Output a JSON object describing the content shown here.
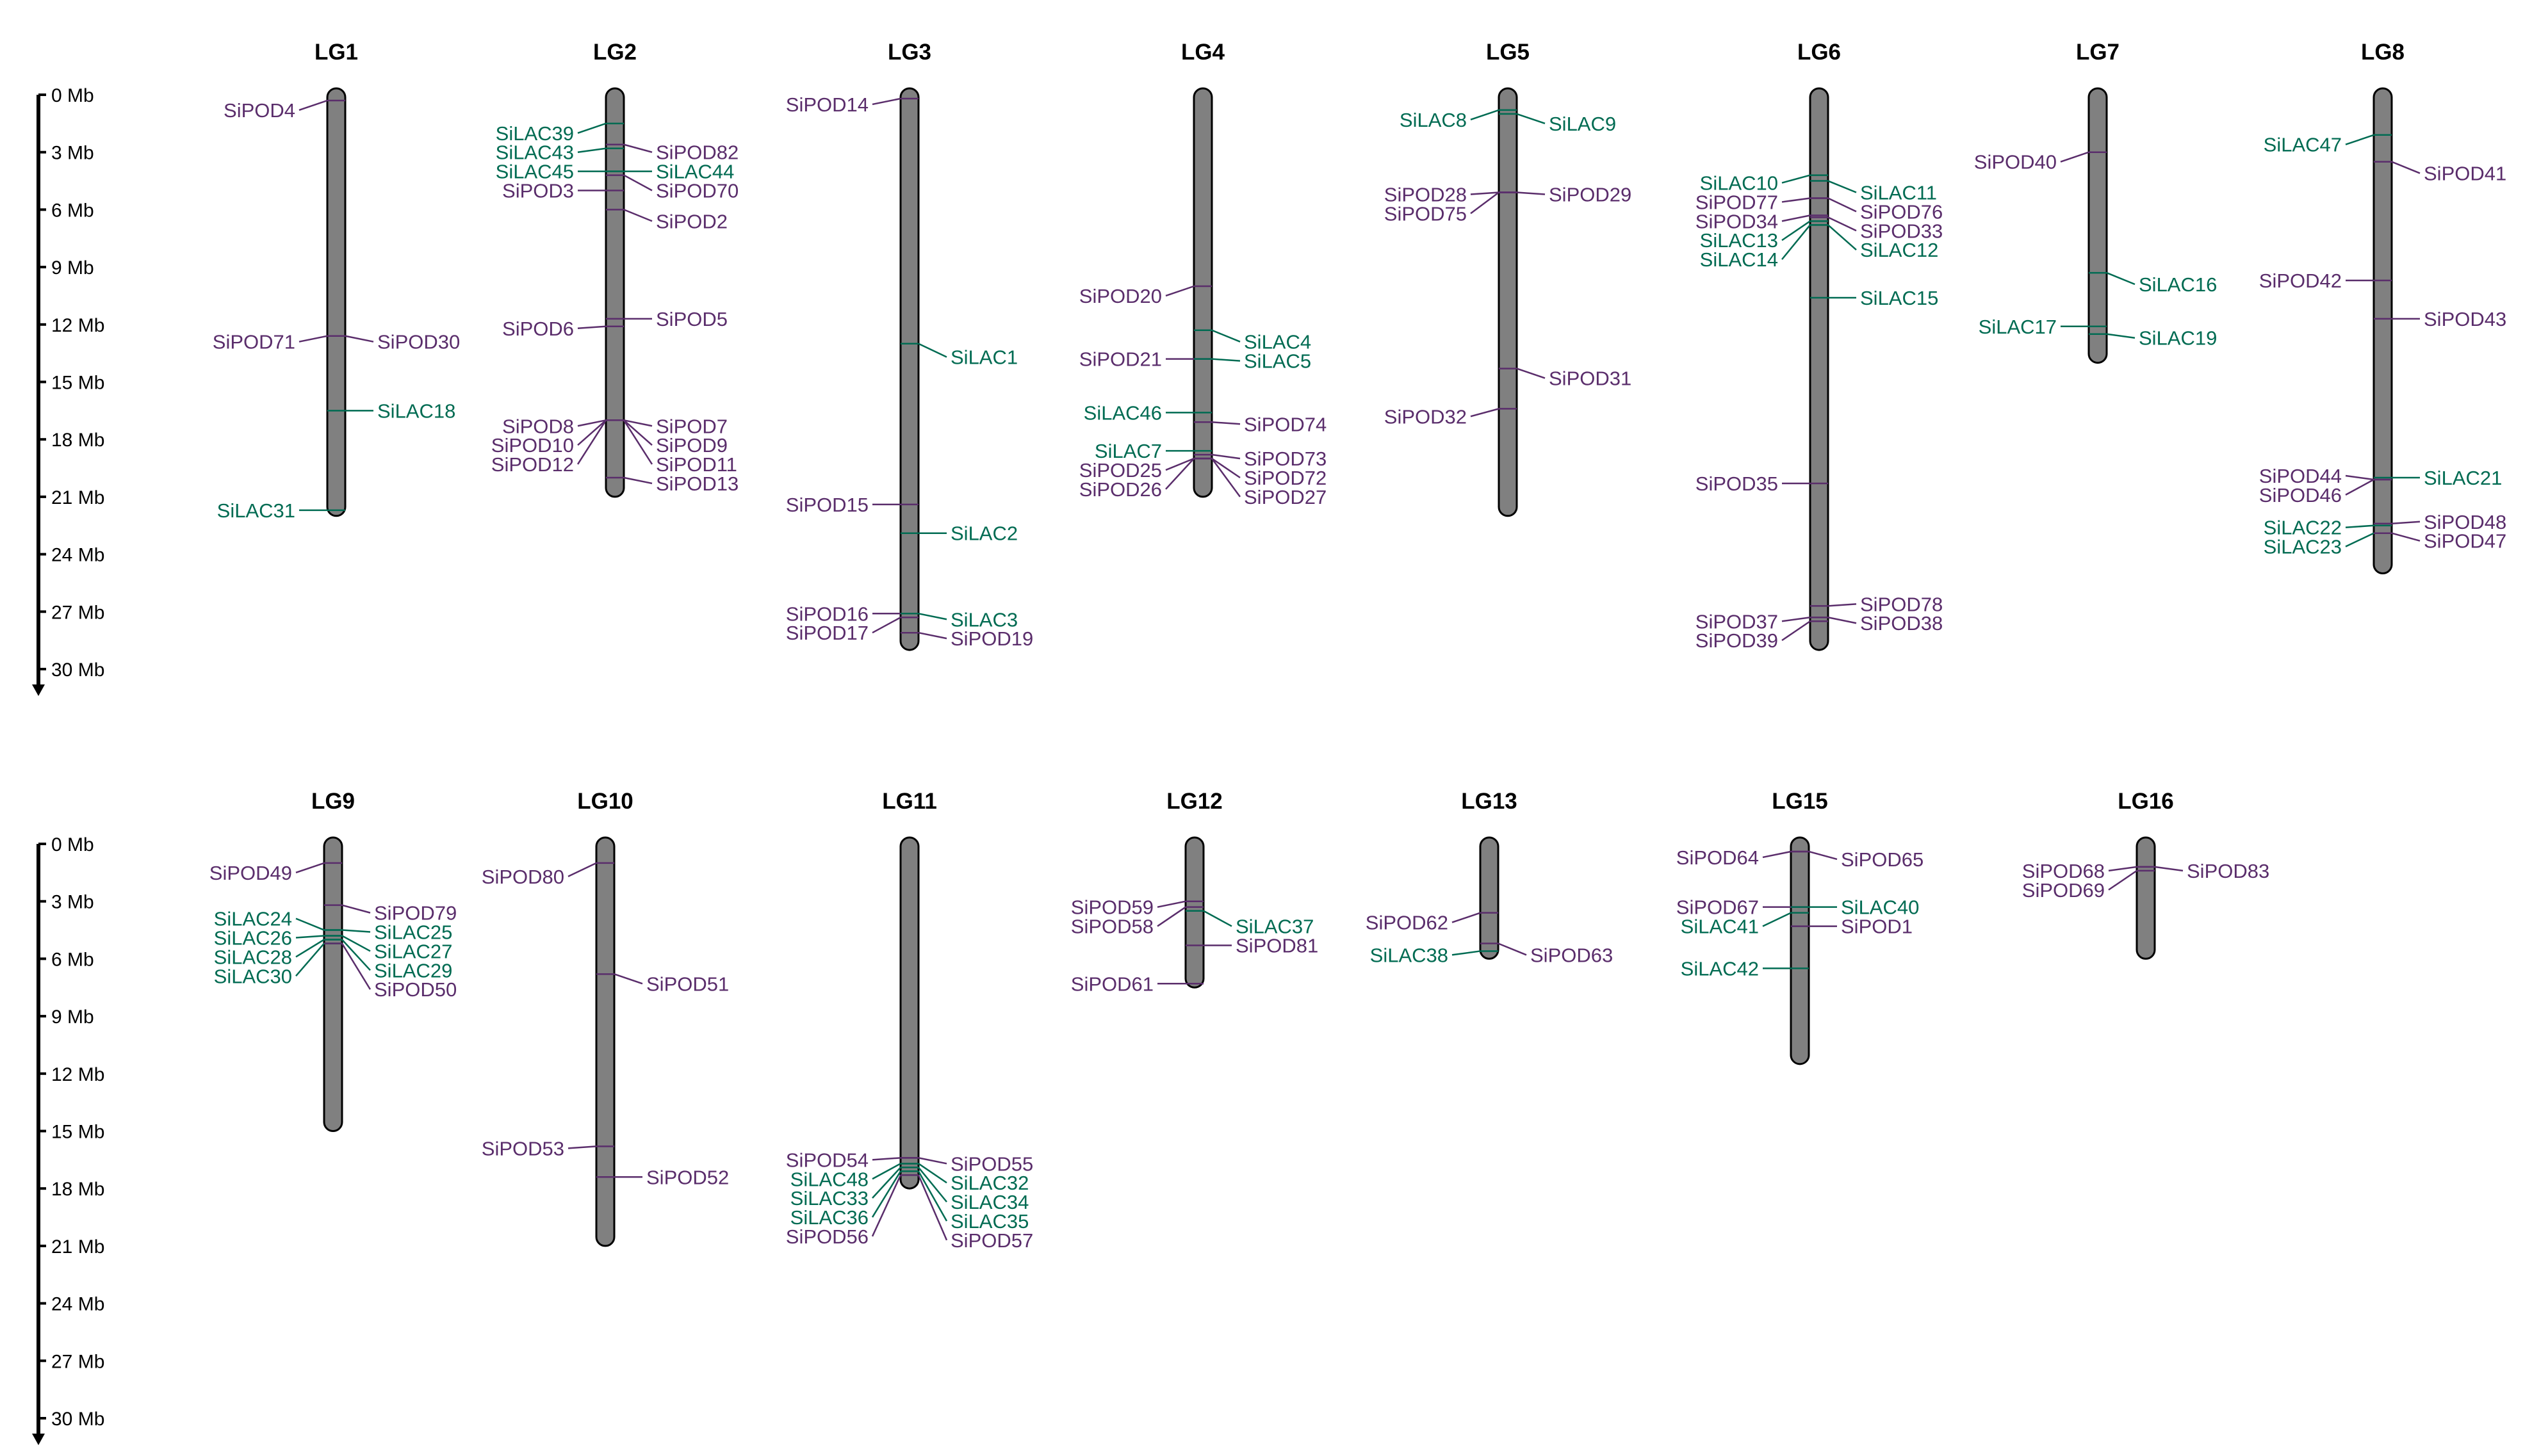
{
  "colors": {
    "POD": "#5a2d6b",
    "LAC": "#006b52",
    "chromosome": "#808080"
  },
  "axis": {
    "ticks": [
      "0 Mb",
      "3 Mb",
      "6 Mb",
      "9 Mb",
      "12 Mb",
      "15 Mb",
      "18 Mb",
      "21 Mb",
      "24 Mb",
      "27 Mb",
      "30 Mb"
    ]
  },
  "chromosomes": [
    {
      "id": "LG1",
      "length": 22,
      "genes": [
        {
          "name": "SiPOD4",
          "mb": 0.3,
          "side": "L",
          "label_mb": 0.8
        },
        {
          "name": "SiPOD71",
          "mb": 12.6,
          "side": "L",
          "label_mb": 12.9
        },
        {
          "name": "SiPOD30",
          "mb": 12.6,
          "side": "R",
          "label_mb": 12.9
        },
        {
          "name": "SiLAC18",
          "mb": 16.5,
          "side": "R",
          "label_mb": 16.5
        },
        {
          "name": "SiLAC31",
          "mb": 21.7,
          "side": "L",
          "label_mb": 21.7
        }
      ]
    },
    {
      "id": "LG2",
      "length": 21,
      "genes": [
        {
          "name": "SiLAC39",
          "mb": 1.5,
          "side": "L",
          "label_mb": 2.0
        },
        {
          "name": "SiLAC43",
          "mb": 2.8,
          "side": "L",
          "label_mb": 3.0
        },
        {
          "name": "SiLAC45",
          "mb": 4.0,
          "side": "L",
          "label_mb": 4.0
        },
        {
          "name": "SiPOD3",
          "mb": 5.0,
          "side": "L",
          "label_mb": 5.0
        },
        {
          "name": "SiPOD82",
          "mb": 2.6,
          "side": "R",
          "label_mb": 3.0
        },
        {
          "name": "SiLAC44",
          "mb": 4.0,
          "side": "R",
          "label_mb": 4.0
        },
        {
          "name": "SiPOD70",
          "mb": 4.2,
          "side": "R",
          "label_mb": 5.0
        },
        {
          "name": "SiPOD2",
          "mb": 6.0,
          "side": "R",
          "label_mb": 6.6
        },
        {
          "name": "SiPOD6",
          "mb": 12.1,
          "side": "L",
          "label_mb": 12.2
        },
        {
          "name": "SiPOD5",
          "mb": 11.7,
          "side": "R",
          "label_mb": 11.7
        },
        {
          "name": "SiPOD8",
          "mb": 17.0,
          "side": "L",
          "label_mb": 17.3
        },
        {
          "name": "SiPOD10",
          "mb": 17.0,
          "side": "L",
          "label_mb": 18.3
        },
        {
          "name": "SiPOD12",
          "mb": 17.0,
          "side": "L",
          "label_mb": 19.3
        },
        {
          "name": "SiPOD7",
          "mb": 17.0,
          "side": "R",
          "label_mb": 17.3
        },
        {
          "name": "SiPOD9",
          "mb": 17.0,
          "side": "R",
          "label_mb": 18.3
        },
        {
          "name": "SiPOD11",
          "mb": 17.0,
          "side": "R",
          "label_mb": 19.3
        },
        {
          "name": "SiPOD13",
          "mb": 20.0,
          "side": "R",
          "label_mb": 20.3
        }
      ]
    },
    {
      "id": "LG3",
      "length": 29,
      "genes": [
        {
          "name": "SiPOD14",
          "mb": 0.2,
          "side": "L",
          "label_mb": 0.5
        },
        {
          "name": "SiLAC1",
          "mb": 13.0,
          "side": "R",
          "label_mb": 13.7
        },
        {
          "name": "SiPOD15",
          "mb": 21.4,
          "side": "L",
          "label_mb": 21.4
        },
        {
          "name": "SiLAC2",
          "mb": 22.9,
          "side": "R",
          "label_mb": 22.9
        },
        {
          "name": "SiPOD16",
          "mb": 27.1,
          "side": "L",
          "label_mb": 27.1
        },
        {
          "name": "SiPOD17",
          "mb": 27.3,
          "side": "L",
          "label_mb": 28.1
        },
        {
          "name": "SiLAC3",
          "mb": 27.1,
          "side": "R",
          "label_mb": 27.4
        },
        {
          "name": "SiPOD19",
          "mb": 28.1,
          "side": "R",
          "label_mb": 28.4
        }
      ]
    },
    {
      "id": "LG4",
      "length": 21,
      "genes": [
        {
          "name": "SiPOD20",
          "mb": 10.0,
          "side": "L",
          "label_mb": 10.5
        },
        {
          "name": "SiLAC4",
          "mb": 12.3,
          "side": "R",
          "label_mb": 12.9
        },
        {
          "name": "SiPOD21",
          "mb": 13.8,
          "side": "L",
          "label_mb": 13.8
        },
        {
          "name": "SiLAC5",
          "mb": 13.8,
          "side": "R",
          "label_mb": 13.9
        },
        {
          "name": "SiLAC46",
          "mb": 16.6,
          "side": "L",
          "label_mb": 16.6
        },
        {
          "name": "SiPOD74",
          "mb": 17.1,
          "side": "R",
          "label_mb": 17.2
        },
        {
          "name": "SiLAC7",
          "mb": 18.6,
          "side": "L",
          "label_mb": 18.6
        },
        {
          "name": "SiPOD25",
          "mb": 19.0,
          "side": "L",
          "label_mb": 19.6
        },
        {
          "name": "SiPOD26",
          "mb": 19.0,
          "side": "L",
          "label_mb": 20.6
        },
        {
          "name": "SiPOD73",
          "mb": 18.8,
          "side": "R",
          "label_mb": 19.0
        },
        {
          "name": "SiPOD72",
          "mb": 19.0,
          "side": "R",
          "label_mb": 20.0
        },
        {
          "name": "SiPOD27",
          "mb": 19.0,
          "side": "R",
          "label_mb": 21.0
        }
      ]
    },
    {
      "id": "LG5",
      "length": 22,
      "genes": [
        {
          "name": "SiLAC8",
          "mb": 0.8,
          "side": "L",
          "label_mb": 1.3
        },
        {
          "name": "SiLAC9",
          "mb": 1.0,
          "side": "R",
          "label_mb": 1.5
        },
        {
          "name": "SiPOD28",
          "mb": 5.1,
          "side": "L",
          "label_mb": 5.2
        },
        {
          "name": "SiPOD75",
          "mb": 5.1,
          "side": "L",
          "label_mb": 6.2
        },
        {
          "name": "SiPOD29",
          "mb": 5.1,
          "side": "R",
          "label_mb": 5.2
        },
        {
          "name": "SiPOD31",
          "mb": 14.3,
          "side": "R",
          "label_mb": 14.8
        },
        {
          "name": "SiPOD32",
          "mb": 16.4,
          "side": "L",
          "label_mb": 16.8
        }
      ]
    },
    {
      "id": "LG6",
      "length": 29,
      "genes": [
        {
          "name": "SiLAC10",
          "mb": 4.2,
          "side": "L",
          "label_mb": 4.6
        },
        {
          "name": "SiPOD77",
          "mb": 5.4,
          "side": "L",
          "label_mb": 5.6
        },
        {
          "name": "SiPOD34",
          "mb": 6.3,
          "side": "L",
          "label_mb": 6.6
        },
        {
          "name": "SiLAC13",
          "mb": 6.6,
          "side": "L",
          "label_mb": 7.6
        },
        {
          "name": "SiLAC14",
          "mb": 6.8,
          "side": "L",
          "label_mb": 8.6
        },
        {
          "name": "SiLAC11",
          "mb": 4.5,
          "side": "R",
          "label_mb": 5.1
        },
        {
          "name": "SiPOD76",
          "mb": 5.4,
          "side": "R",
          "label_mb": 6.1
        },
        {
          "name": "SiPOD33",
          "mb": 6.4,
          "side": "R",
          "label_mb": 7.1
        },
        {
          "name": "SiLAC12",
          "mb": 6.8,
          "side": "R",
          "label_mb": 8.1
        },
        {
          "name": "SiLAC15",
          "mb": 10.6,
          "side": "R",
          "label_mb": 10.6
        },
        {
          "name": "SiPOD35",
          "mb": 20.3,
          "side": "L",
          "label_mb": 20.3
        },
        {
          "name": "SiPOD78",
          "mb": 26.7,
          "side": "R",
          "label_mb": 26.6
        },
        {
          "name": "SiPOD37",
          "mb": 27.3,
          "side": "L",
          "label_mb": 27.5
        },
        {
          "name": "SiPOD39",
          "mb": 27.5,
          "side": "L",
          "label_mb": 28.5
        },
        {
          "name": "SiPOD38",
          "mb": 27.3,
          "side": "R",
          "label_mb": 27.6
        }
      ]
    },
    {
      "id": "LG7",
      "length": 14,
      "genes": [
        {
          "name": "SiPOD40",
          "mb": 3.0,
          "side": "L",
          "label_mb": 3.5
        },
        {
          "name": "SiLAC16",
          "mb": 9.3,
          "side": "R",
          "label_mb": 9.9
        },
        {
          "name": "SiLAC17",
          "mb": 12.1,
          "side": "L",
          "label_mb": 12.1
        },
        {
          "name": "SiLAC19",
          "mb": 12.5,
          "side": "R",
          "label_mb": 12.7
        }
      ]
    },
    {
      "id": "LG8",
      "length": 25,
      "genes": [
        {
          "name": "SiLAC47",
          "mb": 2.1,
          "side": "L",
          "label_mb": 2.6
        },
        {
          "name": "SiPOD41",
          "mb": 3.5,
          "side": "R",
          "label_mb": 4.1
        },
        {
          "name": "SiPOD42",
          "mb": 9.7,
          "side": "L",
          "label_mb": 9.7
        },
        {
          "name": "SiPOD43",
          "mb": 11.7,
          "side": "R",
          "label_mb": 11.7
        },
        {
          "name": "SiPOD44",
          "mb": 20.1,
          "side": "L",
          "label_mb": 19.9
        },
        {
          "name": "SiPOD46",
          "mb": 20.1,
          "side": "L",
          "label_mb": 20.9
        },
        {
          "name": "SiLAC21",
          "mb": 20.0,
          "side": "R",
          "label_mb": 20.0
        },
        {
          "name": "SiLAC22",
          "mb": 22.5,
          "side": "L",
          "label_mb": 22.6
        },
        {
          "name": "SiLAC23",
          "mb": 22.9,
          "side": "L",
          "label_mb": 23.6
        },
        {
          "name": "SiPOD48",
          "mb": 22.4,
          "side": "R",
          "label_mb": 22.3
        },
        {
          "name": "SiPOD47",
          "mb": 22.9,
          "side": "R",
          "label_mb": 23.3
        }
      ]
    },
    {
      "id": "LG9",
      "length": 15,
      "genes": [
        {
          "name": "SiPOD49",
          "mb": 1.0,
          "side": "L",
          "label_mb": 1.5
        },
        {
          "name": "SiLAC24",
          "mb": 4.5,
          "side": "L",
          "label_mb": 3.9
        },
        {
          "name": "SiLAC26",
          "mb": 4.8,
          "side": "L",
          "label_mb": 4.9
        },
        {
          "name": "SiLAC28",
          "mb": 5.0,
          "side": "L",
          "label_mb": 5.9
        },
        {
          "name": "SiLAC30",
          "mb": 5.2,
          "side": "L",
          "label_mb": 6.9
        },
        {
          "name": "SiPOD79",
          "mb": 3.2,
          "side": "R",
          "label_mb": 3.6
        },
        {
          "name": "SiLAC25",
          "mb": 4.5,
          "side": "R",
          "label_mb": 4.6
        },
        {
          "name": "SiLAC27",
          "mb": 4.8,
          "side": "R",
          "label_mb": 5.6
        },
        {
          "name": "SiLAC29",
          "mb": 5.0,
          "side": "R",
          "label_mb": 6.6
        },
        {
          "name": "SiPOD50",
          "mb": 5.2,
          "side": "R",
          "label_mb": 7.6
        }
      ]
    },
    {
      "id": "LG10",
      "length": 21,
      "genes": [
        {
          "name": "SiPOD80",
          "mb": 1.0,
          "side": "L",
          "label_mb": 1.7
        },
        {
          "name": "SiPOD51",
          "mb": 6.8,
          "side": "R",
          "label_mb": 7.3
        },
        {
          "name": "SiPOD53",
          "mb": 15.8,
          "side": "L",
          "label_mb": 15.9
        },
        {
          "name": "SiPOD52",
          "mb": 17.4,
          "side": "R",
          "label_mb": 17.4
        }
      ]
    },
    {
      "id": "LG11",
      "length": 18,
      "genes": [
        {
          "name": "SiPOD54",
          "mb": 16.4,
          "side": "L",
          "label_mb": 16.5
        },
        {
          "name": "SiLAC48",
          "mb": 16.7,
          "side": "L",
          "label_mb": 17.5
        },
        {
          "name": "SiLAC33",
          "mb": 16.9,
          "side": "L",
          "label_mb": 18.5
        },
        {
          "name": "SiLAC36",
          "mb": 17.1,
          "side": "L",
          "label_mb": 19.5
        },
        {
          "name": "SiPOD56",
          "mb": 17.3,
          "side": "L",
          "label_mb": 20.5
        },
        {
          "name": "SiPOD55",
          "mb": 16.4,
          "side": "R",
          "label_mb": 16.7
        },
        {
          "name": "SiLAC32",
          "mb": 16.7,
          "side": "R",
          "label_mb": 17.7
        },
        {
          "name": "SiLAC34",
          "mb": 16.9,
          "side": "R",
          "label_mb": 18.7
        },
        {
          "name": "SiLAC35",
          "mb": 17.1,
          "side": "R",
          "label_mb": 19.7
        },
        {
          "name": "SiPOD57",
          "mb": 17.3,
          "side": "R",
          "label_mb": 20.7
        }
      ]
    },
    {
      "id": "LG12",
      "length": 7.5,
      "genes": [
        {
          "name": "SiPOD59",
          "mb": 3.0,
          "side": "L",
          "label_mb": 3.3
        },
        {
          "name": "SiPOD58",
          "mb": 3.3,
          "side": "L",
          "label_mb": 4.3
        },
        {
          "name": "SiLAC37",
          "mb": 3.5,
          "side": "R",
          "label_mb": 4.3
        },
        {
          "name": "SiPOD81",
          "mb": 5.3,
          "side": "R",
          "label_mb": 5.3
        },
        {
          "name": "SiPOD61",
          "mb": 7.3,
          "side": "L",
          "label_mb": 7.3
        }
      ]
    },
    {
      "id": "LG13",
      "length": 6,
      "genes": [
        {
          "name": "SiPOD62",
          "mb": 3.6,
          "side": "L",
          "label_mb": 4.1
        },
        {
          "name": "SiLAC38",
          "mb": 5.6,
          "side": "L",
          "label_mb": 5.8
        },
        {
          "name": "SiPOD63",
          "mb": 5.2,
          "side": "R",
          "label_mb": 5.8
        }
      ]
    },
    {
      "id": "LG15",
      "length": 11.5,
      "genes": [
        {
          "name": "SiPOD64",
          "mb": 0.4,
          "side": "L",
          "label_mb": 0.7
        },
        {
          "name": "SiPOD65",
          "mb": 0.4,
          "side": "R",
          "label_mb": 0.8
        },
        {
          "name": "SiPOD67",
          "mb": 3.3,
          "side": "L",
          "label_mb": 3.3
        },
        {
          "name": "SiLAC41",
          "mb": 3.6,
          "side": "L",
          "label_mb": 4.3
        },
        {
          "name": "SiLAC40",
          "mb": 3.3,
          "side": "R",
          "label_mb": 3.3
        },
        {
          "name": "SiPOD1",
          "mb": 4.3,
          "side": "R",
          "label_mb": 4.3
        },
        {
          "name": "SiLAC42",
          "mb": 6.5,
          "side": "L",
          "label_mb": 6.5
        }
      ]
    },
    {
      "id": "LG16",
      "length": 6,
      "genes": [
        {
          "name": "SiPOD68",
          "mb": 1.2,
          "side": "L",
          "label_mb": 1.4
        },
        {
          "name": "SiPOD69",
          "mb": 1.4,
          "side": "L",
          "label_mb": 2.4
        },
        {
          "name": "SiPOD83",
          "mb": 1.2,
          "side": "R",
          "label_mb": 1.4
        }
      ]
    }
  ]
}
